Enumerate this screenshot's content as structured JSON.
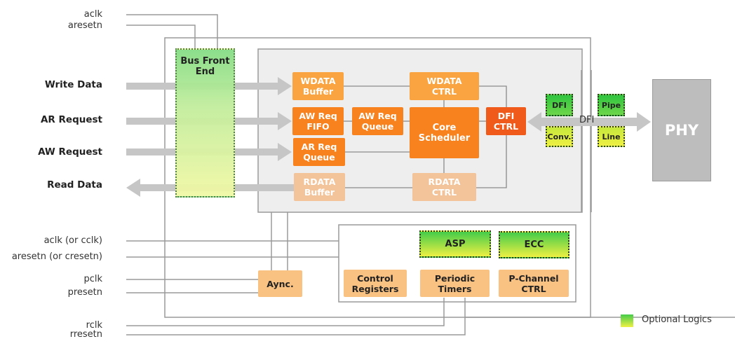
{
  "diagram": {
    "type": "block-diagram",
    "subject": "DDR memory controller architecture"
  },
  "signals": {
    "top": [
      "aclk",
      "aresetn"
    ],
    "data_ports": [
      "Write Data",
      "AR Request",
      "AW Request",
      "Read Data"
    ],
    "config": [
      "aclk (or cclk)",
      "aresetn (or cresetn)"
    ],
    "apb": [
      "pclk",
      "presetn"
    ],
    "ref": [
      "rclk",
      "rresetn"
    ]
  },
  "blocks": {
    "bus_front_end": "Bus Front End",
    "wdata_buffer": "WDATA\nBuffer",
    "aw_req_fifo": "AW Req\nFIFO",
    "ar_req_queue": "AR Req\nQueue",
    "rdata_buffer": "RDATA\nBuffer",
    "aw_req_queue": "AW Req\nQueue",
    "wdata_ctrl": "WDATA\nCTRL",
    "core_scheduler": "Core\nScheduler",
    "rdata_ctrl": "RDATA\nCTRL",
    "dfi_ctrl": "DFI\nCTRL",
    "dfi_conv_top": "DFI",
    "dfi_conv_bottom": "Conv.",
    "pipe_line_top": "Pipe",
    "pipe_line_bottom": "Line",
    "dfi_label": "DFI",
    "phy": "PHY",
    "async": "Aync.",
    "asp": "ASP",
    "ecc": "ECC",
    "control_registers": "Control\nRegisters",
    "periodic_timers": "Periodic\nTimers",
    "p_channel_ctrl": "P-Channel\nCTRL"
  },
  "legend": {
    "label": "Optional Logics"
  },
  "colors": {
    "optional_gradient_top": "#44cc4a",
    "optional_gradient_bottom": "#eef043",
    "orange_light": "#f9a441",
    "orange": "#f7821e",
    "orange_red": "#f05a1a",
    "peach": "#f3c39a",
    "peach_light": "#f9c283",
    "phy_gray": "#bdbdbd",
    "arrow_gray": "#c6c6c6"
  }
}
